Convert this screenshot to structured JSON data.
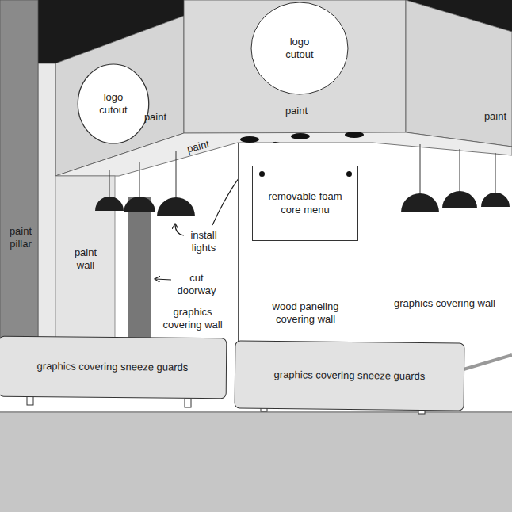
{
  "diagram": {
    "nodes": [
      {
        "text": [
          "logo cutout"
        ]
      },
      {
        "text": [
          "logo cutout"
        ]
      },
      {
        "text": [
          "wood paneling covering wall"
        ]
      },
      {
        "text": [
          "removable foam core menu"
        ],
        "in": 2
      },
      {
        "text": [
          "graphics covering sneeze guards"
        ]
      },
      {
        "text": [
          "graphics covering sneeze guards"
        ]
      }
    ],
    "labels": [
      "paint",
      "paint",
      "paint",
      "paint",
      "paint pillar",
      "install lights",
      "paint wall",
      "cut doorway",
      "graphics covering wall",
      "graphics covering wall"
    ]
  }
}
